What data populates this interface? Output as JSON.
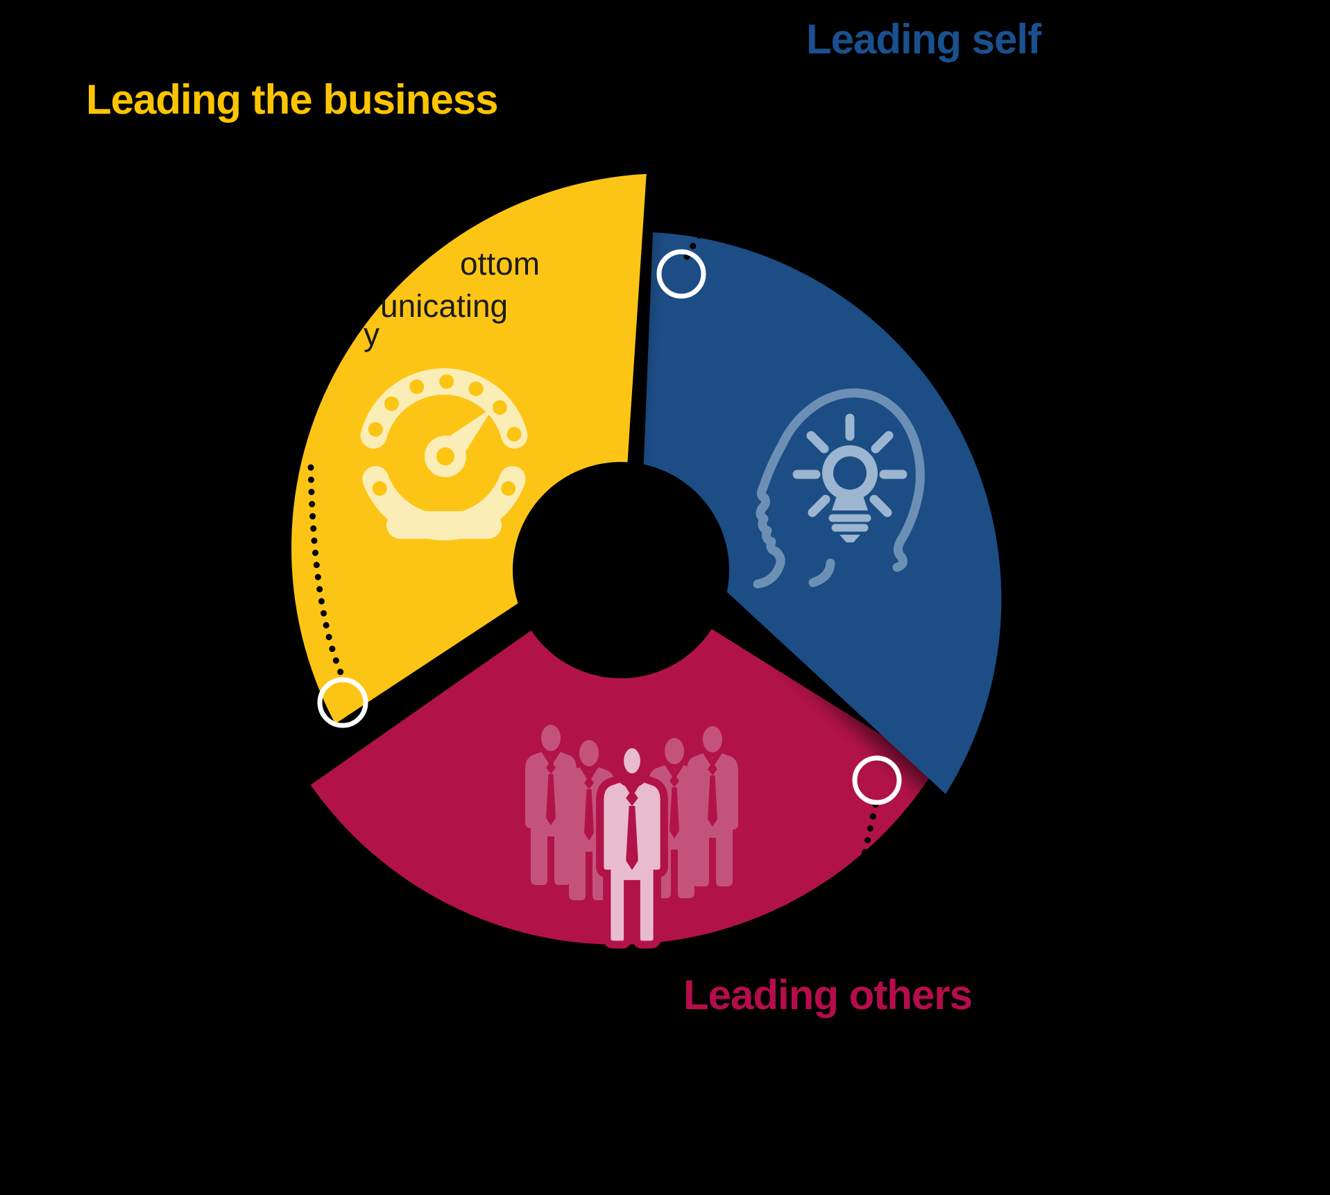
{
  "background_color": "#000000",
  "labels": {
    "self": {
      "text": "Leading self",
      "color": "#1A508F"
    },
    "business": {
      "text": "Leading the business",
      "color": "#FDC500"
    },
    "others": {
      "text": "Leading others",
      "color": "#B50D4C"
    }
  },
  "segments": {
    "business": {
      "label": "Leading the business",
      "fill": "#FCC513",
      "icon": "speedometer-icon",
      "icon_color": "#FBEDB6"
    },
    "self": {
      "label": "Leading self",
      "fill": "#1C4E85",
      "icon": "head-lightbulb-icon",
      "outline_color": "#6C90B5",
      "bulb_color": "#9CB6D1"
    },
    "others": {
      "label": "Leading others",
      "fill": "#B11348",
      "icon": "people-group-icon",
      "people_back_color": "#C4537C",
      "people_front_color": "#E8BCCE"
    }
  },
  "fragments": [
    {
      "text": "ottom"
    },
    {
      "text": "unicating"
    },
    {
      "text": "y"
    }
  ],
  "fragment_color": "#1B1B1B",
  "connector": {
    "ring_color": "#FFFFFF",
    "dot_color": "#000000"
  }
}
